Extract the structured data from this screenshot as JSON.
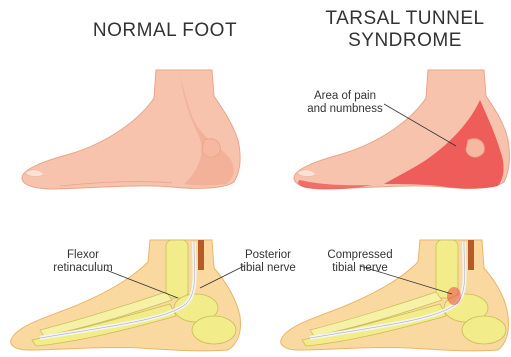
{
  "titles": {
    "normal": "NORMAL FOOT",
    "tarsal_line1": "TARSAL TUNNEL",
    "tarsal_line2": "SYNDROME"
  },
  "labels": {
    "pain_line1": "Area of pain",
    "pain_line2": "and numbness",
    "flexor_line1": "Flexor",
    "flexor_line2": "retinaculum",
    "posterior_line1": "Posterior",
    "posterior_line2": "tibial nerve",
    "compressed_line1": "Compressed",
    "compressed_line2": "tibial nerve"
  },
  "colors": {
    "skin": "#f7c3ad",
    "skin_shade": "#f0a98f",
    "pain": "#ec4b4b",
    "bone": "#f2ec8a",
    "bone_outline": "#c9bd55",
    "tissue": "#f9d9a0",
    "nerve": "#f4f4f4",
    "vessel": "#b85a28"
  }
}
